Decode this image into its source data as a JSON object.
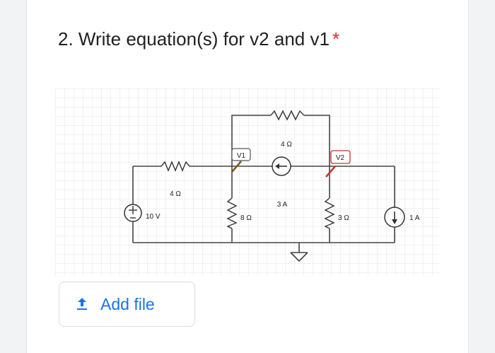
{
  "question": {
    "title": "2. Write equation(s) for v2 and v1",
    "required_marker": "*"
  },
  "circuit": {
    "node_v1": "V1",
    "node_v2": "V2",
    "resistor_top": "4 Ω",
    "resistor_left": "4 Ω",
    "resistor_middle": "8 Ω",
    "resistor_right": "3 Ω",
    "voltage_source": "10 V",
    "current_source_middle": "3 A",
    "current_source_right": "1 A"
  },
  "upload": {
    "label": "Add file"
  },
  "colors": {
    "accent": "#1a73e8",
    "required": "#d93025",
    "node_v2": "#c0392b",
    "node_v1": "#7a5a1e"
  }
}
